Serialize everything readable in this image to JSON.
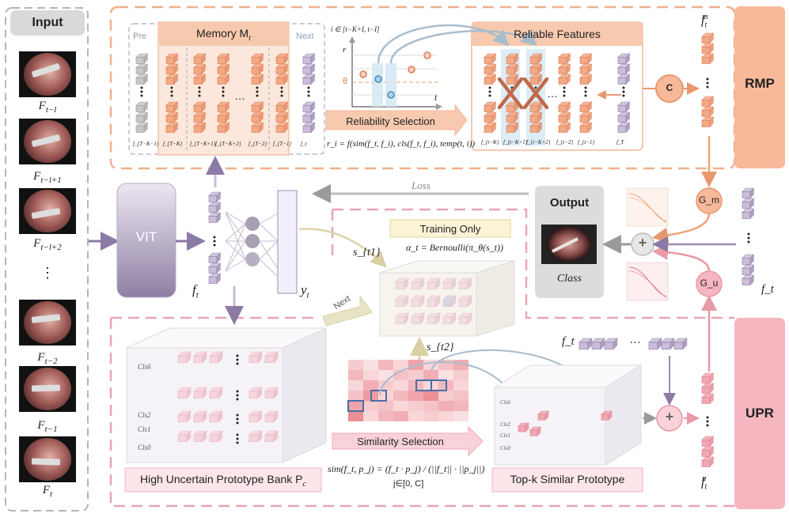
{
  "input": {
    "title": "Input",
    "frames": [
      "F_{t−l}",
      "F_{t−l+1}",
      "F_{t−l+2}",
      "⋮",
      "F_{t−2}",
      "F_{t−1}",
      "F_t"
    ],
    "labels": [
      "F",
      "t−l",
      "F",
      "t−l+1",
      "F",
      "t−l+2",
      "F",
      "t−2",
      "F",
      "t−1",
      "F",
      "t"
    ]
  },
  "vit": "VIT",
  "ft": {
    "base": "f",
    "sub": "t"
  },
  "yt": {
    "base": "y",
    "sub": "t"
  },
  "rmp": {
    "tag": "RMP",
    "pre": "Pre",
    "next": "Next",
    "memory_title": "Memory M",
    "memory_sub": "t",
    "memory_cols": [
      "f_{T−K−1}",
      "f_{T−K}",
      "f_{T−K+1}",
      "f_{T−K+2}",
      "…",
      "f_{T−2}",
      "f_{T−1}",
      "f_t"
    ],
    "ellipsis": "…",
    "axis_top": "i ∈ [t−K+I, t−I]",
    "axis_r": "r",
    "axis_theta": "θ",
    "axis_t": "t",
    "reliability_selection": "Reliability Selection",
    "formula": "r_i = f(sim(f_t, f_i), cls(f_t, f_i), temp(t, i))",
    "reliable_title": "Reliable Features",
    "reliable_cols": [
      "f_{t−K}",
      "f_{t−K+1}",
      "f_{t−K+2}",
      "f_{t−2}",
      "f_{t−1}",
      "f_T"
    ],
    "concat": "C",
    "ftm_base": "f",
    "ftm_sub": "t",
    "ftm_sup": "m"
  },
  "loss": "Loss",
  "output": {
    "title": "Output",
    "class": "Class"
  },
  "gm": "G_m",
  "gu": "G_u",
  "plus": "+",
  "training_only": "Training Only",
  "alpha": "α_t = Bernoulli(π_θ(s_t))",
  "st1": "s_{t1}",
  "st2": "s_{t2}",
  "next_arrow": "Next",
  "upr": {
    "tag": "UPR",
    "bank_title": "High Uncertain Prototype Bank P",
    "bank_sub": "c",
    "classes": [
      "Cls6",
      "Cls2",
      "Cls1",
      "Cls0"
    ],
    "similarity_selection": "Similarity Selection",
    "sim_formula": "sim(f_t, p_j) = (f_t · p_j) / (||f_t|| · ||p_j||)",
    "j_range": "j∈[0, C]",
    "topk_title": "Top-k Similar Prototype",
    "ftu_base": "f",
    "ftu_sub": "t",
    "ftu_sup": "u",
    "ft_top": "f_t",
    "ft_right": "f_t"
  },
  "colors": {
    "orange": "#f2a985",
    "orange_dark": "#e07b4f",
    "pink": "#f0a8b3",
    "pink_dark": "#e07b8c",
    "lavender": "#cbbdd9",
    "purple_dark": "#8c7aa6",
    "gray": "#c8c8c8"
  }
}
